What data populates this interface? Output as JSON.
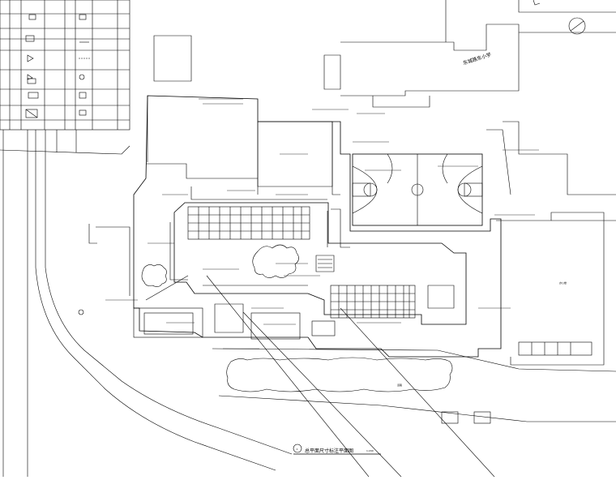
{
  "drawing": {
    "title": "总平面尺寸标注平面图",
    "scale": "1:200",
    "detail_number": "1"
  },
  "labels": {
    "north_street": "东城路东小学",
    "east_building": "办公楼",
    "south_road": "道路"
  },
  "colors": {
    "line": "#000000",
    "background": "#ffffff"
  }
}
